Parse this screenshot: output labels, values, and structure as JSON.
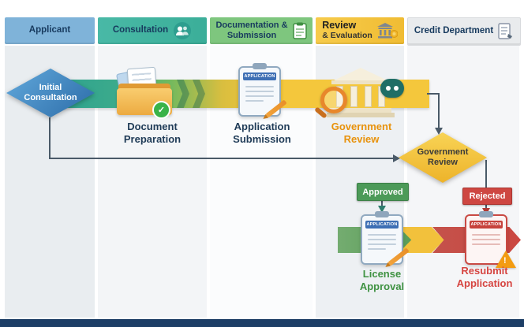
{
  "lanes": [
    {
      "label": "Applicant"
    },
    {
      "label": "Consultation"
    },
    {
      "label": "Documentation & Submission"
    },
    {
      "label": "Review",
      "label2": "& Evaluation"
    },
    {
      "label": "Credit Department"
    }
  ],
  "steps": {
    "initial_consultation": "Initial Consultation",
    "document_preparation": "Document Preparation",
    "application_submission": "Application Submission",
    "government_review": "Government Review",
    "government_review_decision": "Government Review",
    "license_approval": "License Approval",
    "resubmit_application": "Resubmit Application"
  },
  "badges": {
    "approved": "Approved",
    "rejected": "Rejected"
  },
  "clipboard_title": "APPLICATION",
  "glyphs": {
    "check": "✓",
    "warning": "!"
  },
  "icons": {
    "consultation_header": "people-icon",
    "documentation_header": "clipboard-icon",
    "review_header": "bank-coins-icon",
    "credit_header": "document-pen-icon",
    "document_preparation": "folder-check-icon",
    "application_submission": "clipboard-pencil-icon",
    "government_review": "bank-magnifier-icon",
    "license_approval": "clipboard-pencil-icon",
    "resubmit_application": "clipboard-warning-icon"
  },
  "colors": {
    "applicant_header": "#7FB3D9",
    "consultation_header": "#43B5A0",
    "documentation_header": "#7EC67E",
    "review_header": "#F5C53F",
    "credit_header": "#E9EBED",
    "flow_teal": "#2CA18F",
    "flow_yellow": "#F4C73C",
    "approved_green": "#4C9A58",
    "rejected_red": "#CE4742",
    "gov_review_text": "#E8920C",
    "license_text": "#3F9242",
    "resubmit_text": "#D64541",
    "step_text": "#1F3B57"
  }
}
